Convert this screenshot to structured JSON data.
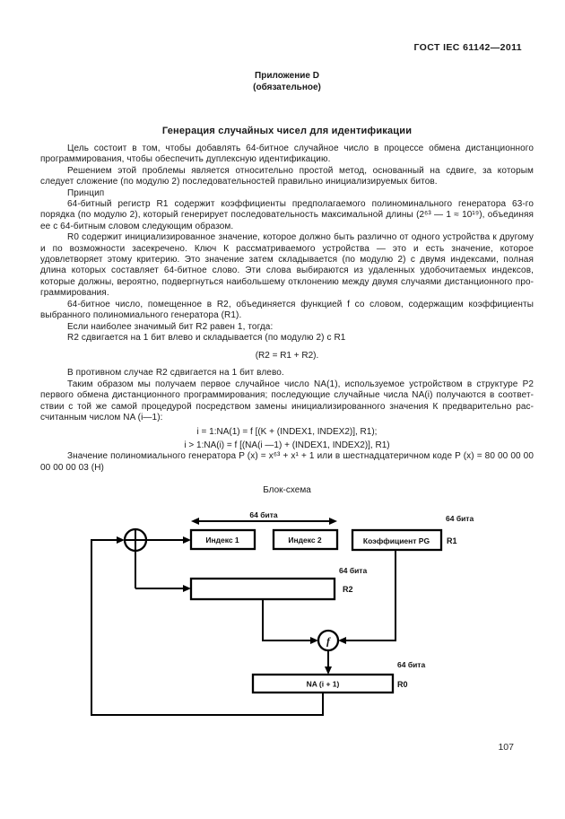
{
  "document": {
    "header": "ГОСТ IEC 61142—2011",
    "appendix_label": "Приложение D",
    "appendix_type": "(обязательное)",
    "title": "Генерация случайных чисел для идентификации",
    "page_number": "107"
  },
  "body": {
    "p1": "Цель состоит в том, чтобы добавлять 64-битное случайное число в процессе обмена дистанционного программирования, чтобы обеспечить дуплексную идентификацию.",
    "p2": "Решением этой проблемы является относительно простой метод, основанный на сдвиге, за которым следует сложение (по модулю 2) последовательностей правильно инициализируемых битов.",
    "p3": "Принцип",
    "p4": "64-битный регистр R1 содержит коэффициенты предполагаемого полиноминального генератора 63-го порядка (по модулю 2), который генерирует последовательность максимальной длины (2⁶³ — 1 ≈ 10¹⁹), объеди­няя ее с 64-битным словом следующим образом.",
    "p5": "R0 содержит инициализированное значение, которое должно быть различно от одного устройства к другому и по возможности засекречено. Ключ К рассматриваемого устройства — это и есть значение, которое удовлетворяет этому критерию. Это значение затем складывается (по модулю 2) с двумя индексами, полная длина которых составляет 64-битное слово. Эти слова выбираются из удаленных удобочитаемых индексов, которые должны, вероятно, подвергнуться наибольшему отклонению между двумя случаями дистанционного про­граммирования.",
    "p6": "64-битное число, помещенное в R2, объединяется функцией f со словом, содержащим коэффициенты выбранного полиномиального генератора (R1).",
    "p7": "Если наиболее значимый бит R2 равен 1, тогда:",
    "p8": "R2 сдвигается на 1 бит влево и складывается (по модулю 2) с R1",
    "formula_r2": "(R2 = R1 + R2).",
    "p10": "В противном случае R2 сдвигается на 1 бит влево.",
    "p11": "Таким образом мы получаем первое случайное число NA(1), используемое устройством в структуре Р2 первого обмена дистанционного программирования; последующие случайные числа NA(i) получаются в соответ­ствии с той же самой процедурой посредством замены инициализированного значения К предварительно рас­считанным числом NA (i—1):",
    "formula_i1": "i = 1:NA(1) = f [(K + (INDEX1, INDEX2)], R1);",
    "formula_i2": "i > 1:NA(i) = f [(NA(i —1) + (INDEX1, INDEX2)], R1)",
    "p14": "Значение полиномиального генератора P (x) = x⁶³ + x¹ + 1 или в шестнадцатеричном коде P (x) = 80 00 00 00 00 00 00 03 (Н)",
    "diagram_caption": "Блок-схема"
  },
  "diagram": {
    "bits_top": "64 бита",
    "bits_r1": "64 бита",
    "bits_r2": "64 бита",
    "bits_r0": "64 бита",
    "box_index1": "Индекс 1",
    "box_index2": "Индекс 2",
    "box_coeff_pg": "Коэффициент PG",
    "reg_r1": "R1",
    "reg_r2": "R2",
    "reg_r0": "R0",
    "box_na": "NA (i + 1)",
    "func_f": "f"
  }
}
